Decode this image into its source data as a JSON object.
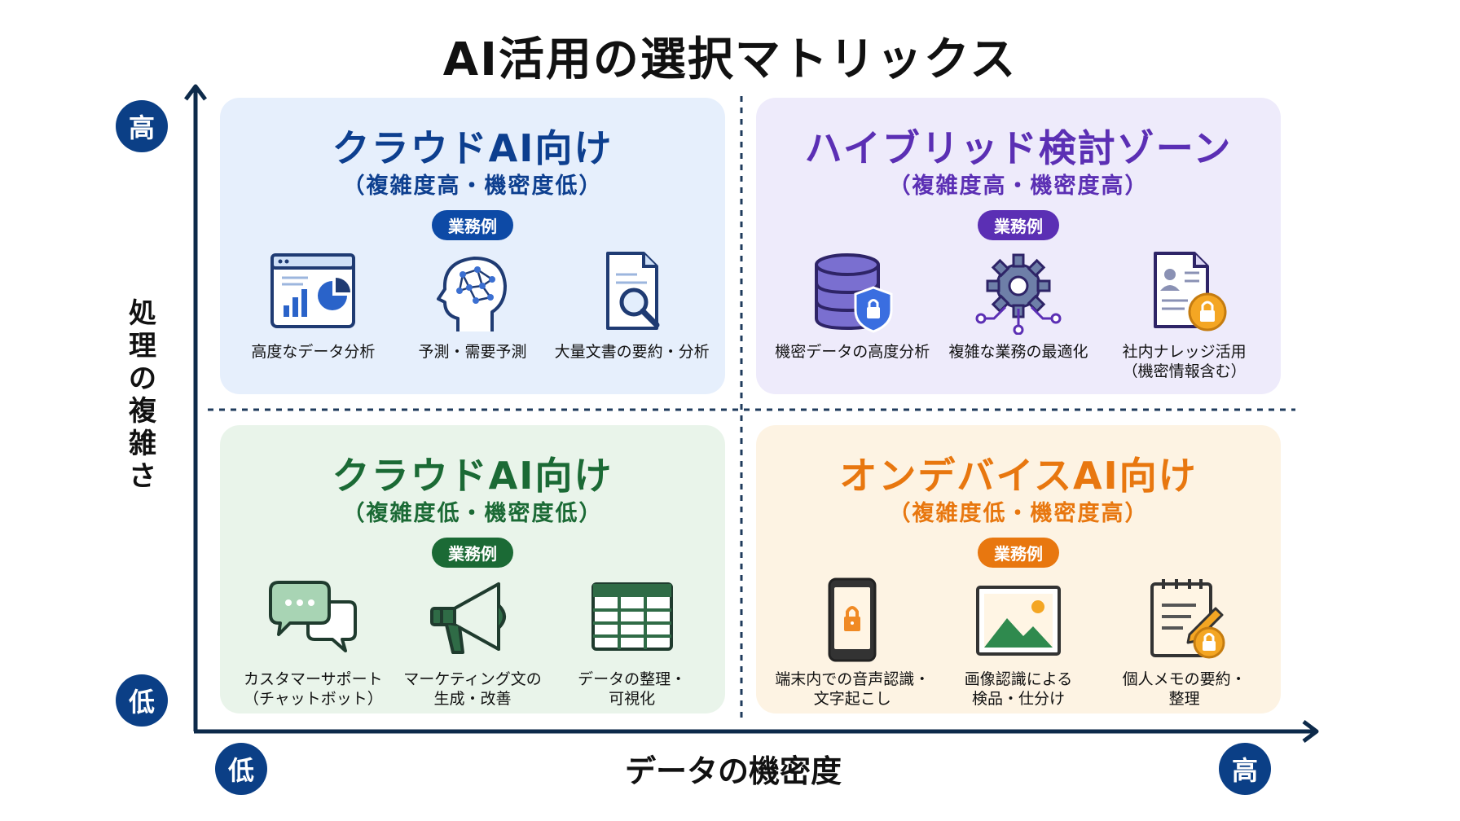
{
  "title": "AI活用の選択マトリックス",
  "axes": {
    "y_label_chars": [
      "処",
      "理",
      "の",
      "複",
      "雑",
      "さ"
    ],
    "y_high": "高",
    "y_low": "低",
    "x_label": "データの機密度",
    "x_low": "低",
    "x_high": "高"
  },
  "quadrants": {
    "top_left": {
      "title": "クラウドAI向け",
      "subtitle": "（複雑度高・機密度低）",
      "badge": "業務例",
      "color": "#0d3f8f",
      "items": [
        {
          "label": "高度なデータ分析",
          "icon": "dashboard-chart-icon"
        },
        {
          "label": "予測・需要予測",
          "icon": "ai-brain-icon"
        },
        {
          "label": "大量文書の要約・分析",
          "icon": "document-search-icon"
        }
      ]
    },
    "top_right": {
      "title": "ハイブリッド検討ゾーン",
      "subtitle": "（複雑度高・機密度高）",
      "badge": "業務例",
      "color": "#5b2fb4",
      "items": [
        {
          "label": "機密データの高度分析",
          "icon": "secure-database-icon"
        },
        {
          "label": "複雑な業務の最適化",
          "icon": "gear-network-icon"
        },
        {
          "label": "社内ナレッジ活用",
          "label2": "（機密情報含む）",
          "icon": "locked-document-icon"
        }
      ]
    },
    "bottom_left": {
      "title": "クラウドAI向け",
      "subtitle": "（複雑度低・機密度低）",
      "badge": "業務例",
      "color": "#1b6a35",
      "items": [
        {
          "label": "カスタマーサポート",
          "label2": "（チャットボット）",
          "icon": "chat-bubbles-icon"
        },
        {
          "label": "マーケティング文の",
          "label2": "生成・改善",
          "icon": "megaphone-icon"
        },
        {
          "label": "データの整理・",
          "label2": "可視化",
          "icon": "spreadsheet-icon"
        }
      ]
    },
    "bottom_right": {
      "title": "オンデバイスAI向け",
      "subtitle": "（複雑度低・機密度高）",
      "badge": "業務例",
      "color": "#e8770f",
      "items": [
        {
          "label": "端末内での音声認識・",
          "label2": "文字起こし",
          "icon": "locked-phone-icon"
        },
        {
          "label": "画像認識による",
          "label2": "検品・仕分け",
          "icon": "image-icon"
        },
        {
          "label": "個人メモの要約・",
          "label2": "整理",
          "icon": "locked-notepad-icon"
        }
      ]
    }
  }
}
